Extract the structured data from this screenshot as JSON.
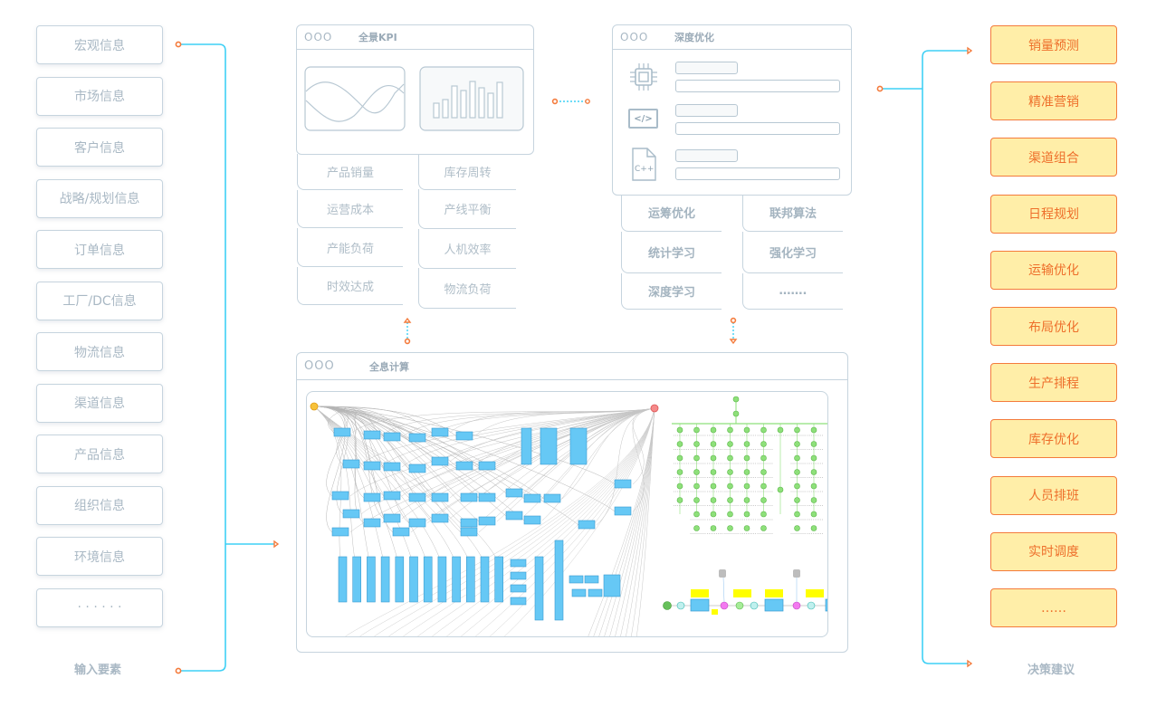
{
  "input": {
    "label": "输入要素",
    "items": [
      "宏观信息",
      "市场信息",
      "客户信息",
      "战略/规划信息",
      "订单信息",
      "工厂/DC信息",
      "物流信息",
      "渠道信息",
      "产品信息",
      "组织信息",
      "环境信息",
      "· · · · · ·"
    ]
  },
  "kpi_window": {
    "dots": "OOO",
    "title": "全景KPI",
    "left_col": [
      "产品销量",
      "运营成本",
      "产能负荷",
      "时效达成"
    ],
    "right_col": [
      "库存周转",
      "产线平衡",
      "人机效率",
      "物流负荷"
    ]
  },
  "opt_window": {
    "dots": "OOO",
    "title": "深度优化",
    "icons": [
      "cpu-chip-icon",
      "code-icon",
      "cpp-file-icon"
    ],
    "icon_text": {
      "code": "</>",
      "cpp": "C++"
    },
    "left_col": [
      "运筹优化",
      "统计学习",
      "深度学习"
    ],
    "right_col": [
      "联邦算法",
      "强化学习",
      "……."
    ]
  },
  "compute_window": {
    "dots": "OOO",
    "title": "全息计算"
  },
  "output": {
    "label": "决策建议",
    "items": [
      "销量预测",
      "精准营销",
      "渠道组合",
      "日程规划",
      "运输优化",
      "布局优化",
      "生产排程",
      "库存优化",
      "人员排班",
      "实时调度",
      "……"
    ]
  },
  "colors": {
    "connector": "#3fd0f5",
    "endpoint": "#f47b3c",
    "output_fill": "#ffeea8",
    "output_text": "#ee6f2b",
    "input_text": "#a9b8c4",
    "window_border": "#c6d4de",
    "node_blue": "#66c8f5",
    "node_green": "#8ee07a"
  }
}
